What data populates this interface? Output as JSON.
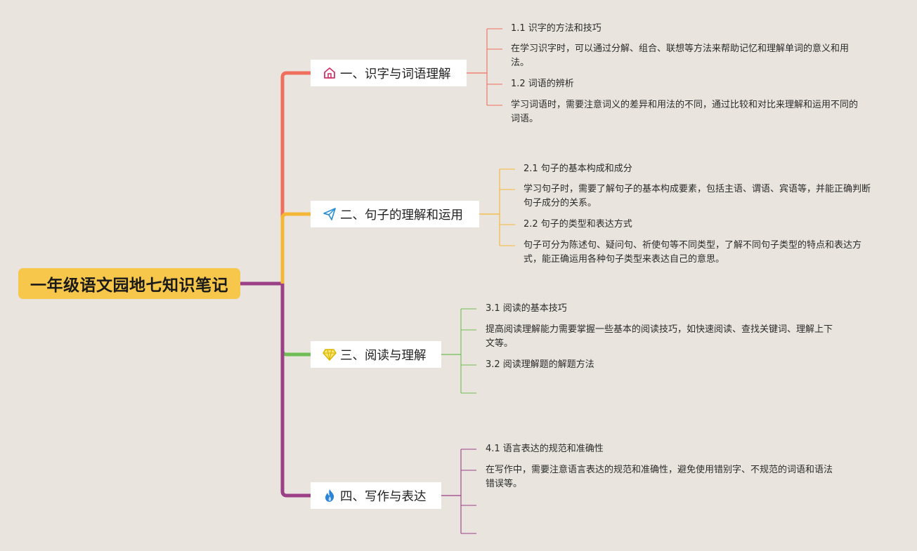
{
  "root": {
    "title": "一年级语文园地七知识笔记",
    "color": "#f6c74b"
  },
  "branches": [
    {
      "title": "一、识字与词语理解",
      "color": "#ef6f5f",
      "icon": "house-icon",
      "items": [
        {
          "heading": "1.1 识字的方法和技巧",
          "text": "在学习识字时，可以通过分解、组合、联想等方法来帮助记忆和理解单词的意义和用法。"
        },
        {
          "heading": "1.2 词语的辨析",
          "text": "学习词语时，需要注意词义的差异和用法的不同，通过比较和对比来理解和运用不同的词语。"
        }
      ]
    },
    {
      "title": "二、句子的理解和运用",
      "color": "#f4b637",
      "icon": "paper-plane-icon",
      "items": [
        {
          "heading": "2.1 句子的基本构成和成分",
          "text": "学习句子时，需要了解句子的基本构成要素，包括主语、谓语、宾语等，并能正确判断句子成分的关系。"
        },
        {
          "heading": "2.2 句子的类型和表达方式",
          "text": "句子可分为陈述句、疑问句、祈使句等不同类型，了解不同句子类型的特点和表达方式，能正确运用各种句子类型来表达自己的意思。"
        }
      ]
    },
    {
      "title": "三、阅读与理解",
      "color": "#6fbe55",
      "icon": "diamond-icon",
      "items": [
        {
          "heading": "3.1 阅读的基本技巧",
          "text": "提高阅读理解能力需要掌握一些基本的阅读技巧，如快速阅读、查找关键词、理解上下文等。"
        },
        {
          "heading": "3.2 阅读理解题的解题方法",
          "text": ""
        }
      ]
    },
    {
      "title": "四、写作与表达",
      "color": "#9b3f86",
      "icon": "flame-icon",
      "items": [
        {
          "heading": "4.1 语言表达的规范和准确性",
          "text": "在写作中，需要注意语言表达的规范和准确性，避免使用错别字、不规范的词语和语法错误等。"
        },
        {
          "heading": "",
          "text": ""
        }
      ]
    }
  ]
}
